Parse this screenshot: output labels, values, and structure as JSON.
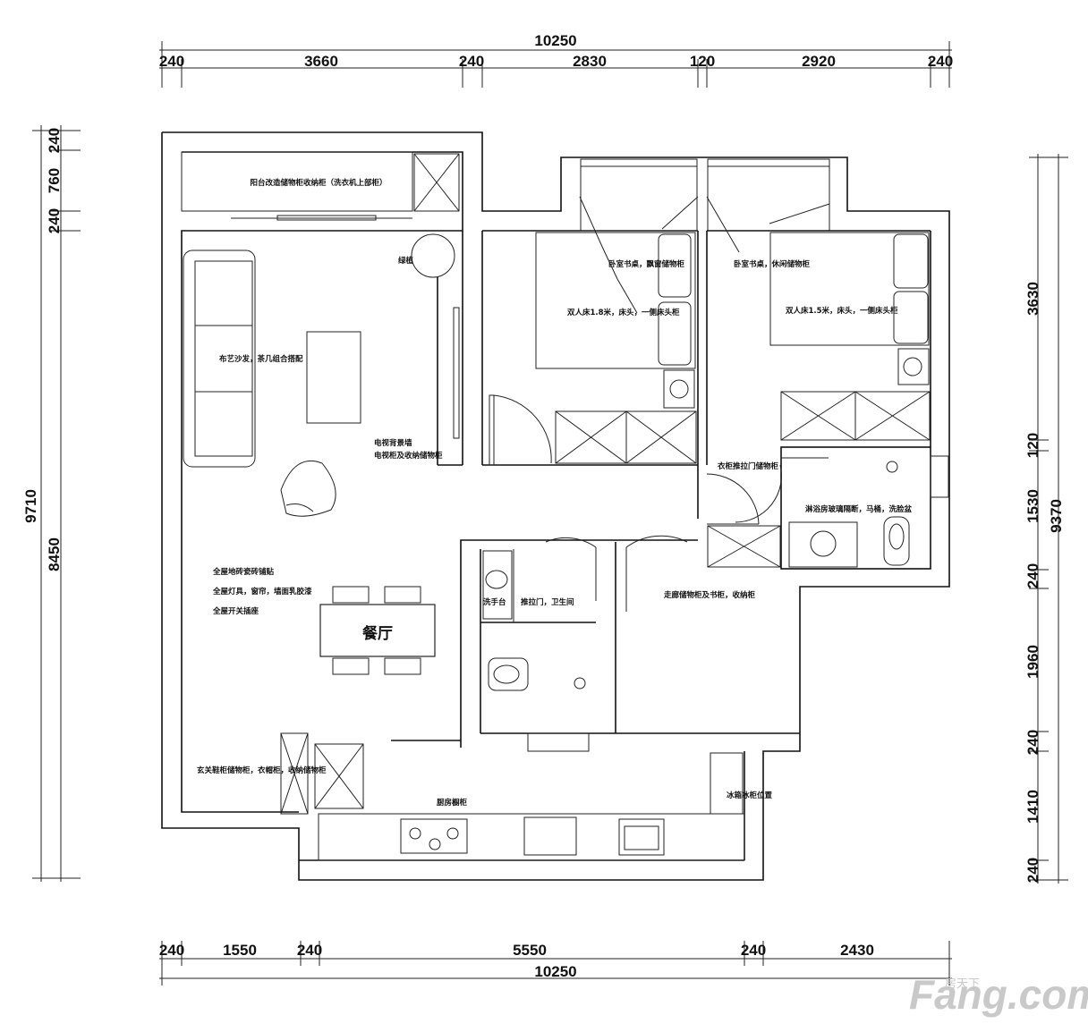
{
  "dimensions": {
    "top": {
      "total": "10250",
      "segments": [
        "240",
        "3660",
        "240",
        "2830",
        "120",
        "2920",
        "240"
      ]
    },
    "bottom": {
      "total": "10250",
      "segments": [
        "240",
        "1550",
        "240",
        "5550",
        "240",
        "2430"
      ]
    },
    "left": {
      "total": "9710",
      "inner": "8450",
      "segments": [
        "240",
        "760",
        "240"
      ]
    },
    "right": {
      "total": "9370",
      "segments": [
        "3630",
        "120",
        "1530",
        "240",
        "1960",
        "240",
        "1410",
        "240"
      ]
    }
  },
  "rooms": {
    "dining": "餐厅"
  },
  "notes": {
    "balcony": "阳台改造储物柜收纳柜（洗衣机上部柜）",
    "plant": "绿植",
    "living": "布艺沙发，茶几组合搭配",
    "tv": "电视背景墙",
    "tv2": "电视柜及收纳储物柜",
    "bedroom1_desk": "卧室书桌，飘窗储物柜",
    "bedroom1_bed": "双人床1.8米，床头，一侧床头柜",
    "bedroom2_desk": "卧室书桌，休闲储物柜",
    "bedroom2_bed": "双人床1.5米，床头，一侧床头柜",
    "wardrobe": "衣柜推拉门储物柜",
    "master_bath": "淋浴房玻璃隔断，马桶，洗脸盆",
    "dining1": "全屋地砖瓷砖铺贴",
    "dining2": "全屋灯具，窗帘，墙面乳胶漆",
    "dining3": "全屋开关插座",
    "wash": "洗手台",
    "bath_door": "推拉门，卫生间",
    "hall_cabinet": "走廊储物柜及书柜，收纳柜",
    "entry": "玄关鞋柜储物柜，衣帽柜，收纳储物柜",
    "kitchen": "厨房橱柜",
    "fridge": "冰箱冰柜位置"
  },
  "watermark": {
    "brand": "Fang.com",
    "sub": "房天下"
  }
}
